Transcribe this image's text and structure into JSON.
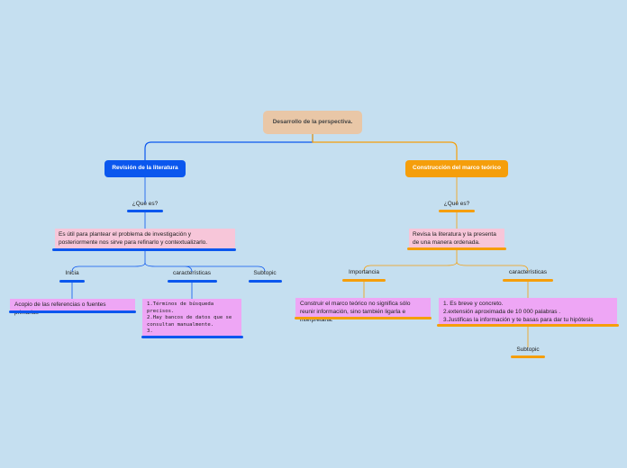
{
  "root": "Desarrollo de la perspectiva.",
  "left": {
    "title": "Revisión de la literatura",
    "question": "¿Qué es?",
    "answer": "Es útil para plantear el problema de investigación y posteriormente nos sirve para refinarlo y contextualizarlo.",
    "children": [
      {
        "label": "Inicia",
        "content": "Acopio de las referencias o fuentes primarias"
      },
      {
        "label": "características",
        "lines": [
          "1.Términos de búsqueda precisos.",
          "2.Hay bancos de datos que se consultan manualmente.",
          "3."
        ]
      },
      {
        "label": "Subtopic"
      }
    ]
  },
  "right": {
    "title": "Construcción del marco teórico",
    "question": "¿Qué es?",
    "answer": "Revisa la literatura y la presenta de una manera ordenada.",
    "children": [
      {
        "label": "Importancia",
        "content": "Construir el marco teórico no significa sólo reunir información, sino también ligarla e interpretarla."
      },
      {
        "label": "características",
        "lines": [
          "1. Es breve y concreto.",
          "2.extensión aproximada de 10 000 palabras .",
          "3.Justificas la información y te basas para dar tu hipótesis"
        ],
        "subtopic": "Subtopic"
      }
    ]
  },
  "colors": {
    "background": "#c5dff0",
    "blue": "#0b57ee",
    "orange": "#f59e0b",
    "root": "#e9c7a7",
    "pink": "#f7c6d9",
    "violet": "#eea6f5"
  }
}
